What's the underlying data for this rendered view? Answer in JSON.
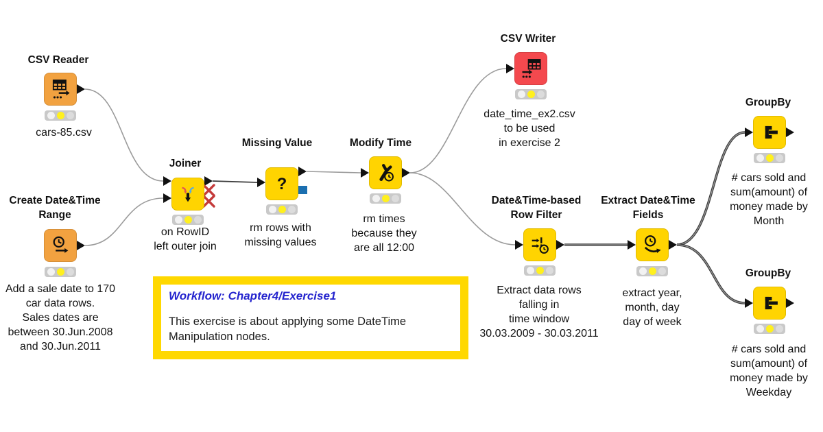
{
  "annotation": {
    "title": "Workflow: Chapter4/Exercise1",
    "body": "This exercise is about applying some DateTime\nManipulation nodes."
  },
  "nodes": {
    "csv_reader": {
      "title": "CSV Reader",
      "label": "cars-85.csv",
      "type": "source",
      "status_light": "yellow"
    },
    "create_range": {
      "title": "Create Date&Time\nRange",
      "label": "Add a sale date to 170\ncar data rows.\nSales dates are\nbetween 30.Jun.2008\nand 30.Jun.2011",
      "type": "source",
      "status_light": "yellow"
    },
    "joiner": {
      "title": "Joiner",
      "label": "on RowID\nleft outer join",
      "type": "manipulator",
      "status_light": "yellow"
    },
    "missing_value": {
      "title": "Missing Value",
      "label": "rm rows with\nmissing values",
      "type": "manipulator",
      "status_light": "yellow"
    },
    "modify_time": {
      "title": "Modify Time",
      "label": "rm times\nbecause they\nare all 12:00",
      "type": "manipulator",
      "status_light": "yellow"
    },
    "csv_writer": {
      "title": "CSV Writer",
      "label": "date_time_ex2.csv\nto be used\nin exercise 2",
      "type": "sink",
      "status_light": "yellow"
    },
    "row_filter": {
      "title": "Date&Time-based\nRow Filter",
      "label": "Extract data rows\nfalling in\ntime window\n30.03.2009 - 30.03.2011",
      "type": "manipulator",
      "status_light": "yellow"
    },
    "extract_fields": {
      "title": "Extract Date&Time\nFields",
      "label": "extract year,\nmonth, day\nday of week",
      "type": "manipulator",
      "status_light": "yellow"
    },
    "groupby_month": {
      "title": "GroupBy",
      "label": "# cars sold and\nsum(amount) of\nmoney made by\nMonth",
      "type": "manipulator",
      "status_light": "yellow"
    },
    "groupby_weekday": {
      "title": "GroupBy",
      "label": "# cars sold and\nsum(amount) of\nmoney made by\nWeekday",
      "type": "manipulator",
      "status_light": "yellow"
    }
  },
  "connections": [
    {
      "from": "csv_reader",
      "to": "joiner"
    },
    {
      "from": "create_range",
      "to": "joiner"
    },
    {
      "from": "joiner",
      "to": "missing_value"
    },
    {
      "from": "missing_value",
      "to": "modify_time"
    },
    {
      "from": "modify_time",
      "to": "csv_writer"
    },
    {
      "from": "modify_time",
      "to": "row_filter"
    },
    {
      "from": "row_filter",
      "to": "extract_fields"
    },
    {
      "from": "extract_fields",
      "to": "groupby_month"
    },
    {
      "from": "extract_fields",
      "to": "groupby_weekday"
    }
  ],
  "colors": {
    "source_node": "#F2A240",
    "manipulator_node": "#FFD401",
    "sink_node": "#F4494E",
    "annotation_border": "#FFD800",
    "annotation_title": "#2424CE",
    "status_yellow": "#FFF01E",
    "pmml_port_blue": "#1B6FB0",
    "disabled_port_red": "#C43A3A"
  }
}
